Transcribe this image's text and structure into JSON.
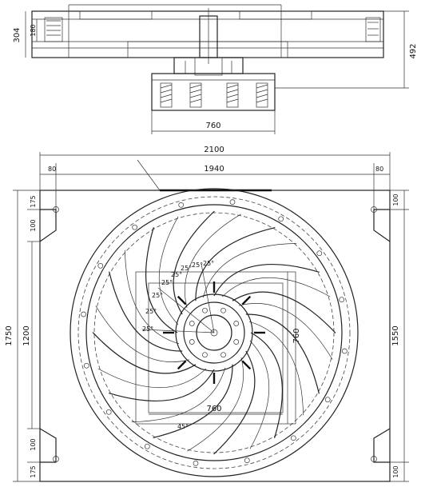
{
  "top_view": {
    "dim_height_total": "304",
    "dim_height_inner": "180",
    "dim_side": "492",
    "dim_base_width": "760"
  },
  "front_view": {
    "dim_overall_width": "2100",
    "dim_inner_width": "1940",
    "dim_left_offset": "80",
    "dim_right_offset": "80",
    "dim_overall_height": "1750",
    "dim_inner_height": "1200",
    "dim_right_height": "1550",
    "dim_top_a": "175",
    "dim_top_b": "100",
    "dim_bottom_a": "100",
    "dim_bottom_b": "175",
    "dim_right_top": "100",
    "dim_right_bottom": "100",
    "dim_hub_vertical": "760",
    "dim_hub_horizontal": "760",
    "angle_labels": [
      "25°",
      "25°",
      "25°",
      "25°",
      "25°",
      "25°",
      "25°",
      "25°"
    ],
    "angle_bottom": "45°"
  }
}
